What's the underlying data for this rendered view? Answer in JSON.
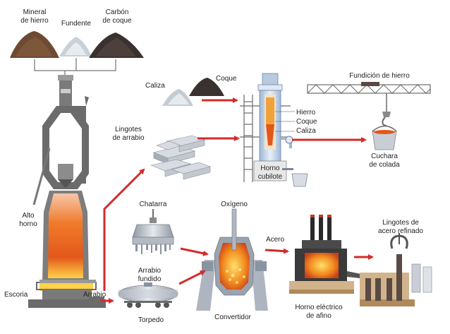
{
  "labels": {
    "mineral": [
      "Mineral",
      "de hierro"
    ],
    "fundente": "Fundente",
    "carbon": [
      "Carbón",
      "de coque"
    ],
    "caliza_top": "Caliza",
    "coque_top": "Coque",
    "fundicion": "Fundición de hierro",
    "lingotes_arrabio": [
      "Lingotes",
      "de arrabio"
    ],
    "hierro": "Hierro",
    "coque_cupola": "Coque",
    "caliza_cupola": "Caliza",
    "horno_cubilote": [
      "Horno",
      "cubilote"
    ],
    "cuchara": [
      "Cuchara",
      "de colada"
    ],
    "alto_horno": [
      "Alto",
      "horno"
    ],
    "chatarra": "Chatarra",
    "oxigeno": "Oxígeno",
    "acero": "Acero",
    "lingotes_acero": [
      "Lingotes de",
      "acero refinado"
    ],
    "arrabio_fundido": [
      "Arrabio",
      "fundido"
    ],
    "escoria": "Escoria",
    "arrabio": "Arrabio",
    "torpedo": "Torpedo",
    "convertidor": "Convertidor",
    "horno_electrico": [
      "Horno eléctrico",
      "de afino"
    ]
  },
  "colors": {
    "arrow": "#d42b2b",
    "furnace_gray": "#6b6b6b",
    "molten_core": "#ffd24a",
    "molten_edge": "#e2581a",
    "steel_light": "#c9ced6",
    "steel_dark": "#7d8591",
    "ore_brown": "#6e4a33",
    "coke_dark": "#3a3230"
  }
}
